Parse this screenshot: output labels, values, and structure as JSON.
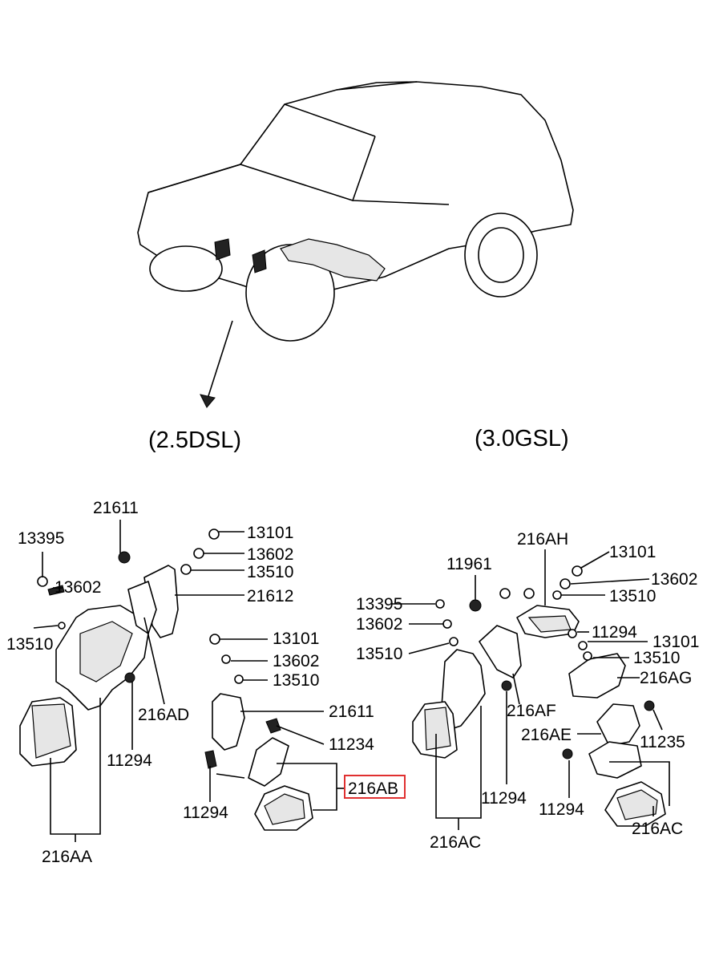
{
  "variants": {
    "diesel": "(2.5DSL)",
    "gasoline": "(3.0GSL)"
  },
  "highlight_color": "#e03030",
  "labels": {
    "l_21611_top": "21611",
    "l_13395_left": "13395",
    "l_13602_left": "13602",
    "l_13510_left": "13510",
    "l_13101_a": "13101",
    "l_13602_a": "13602",
    "l_13510_a": "13510",
    "l_21612": "21612",
    "l_216AD": "216AD",
    "l_11294_a": "11294",
    "l_216AA": "216AA",
    "l_13101_b": "13101",
    "l_13602_b": "13602",
    "l_13510_b": "13510",
    "l_21611_mid": "21611",
    "l_11234": "11234",
    "l_216AB": "216AB",
    "l_11294_b": "11294",
    "l_216AH": "216AH",
    "l_11961": "11961",
    "l_13101_c": "13101",
    "l_13602_c": "13602",
    "l_13510_c": "13510",
    "l_13395_r": "13395",
    "l_13602_r": "13602",
    "l_13510_r": "13510",
    "l_11294_c": "11294",
    "l_13101_d": "13101",
    "l_13510_d": "13510",
    "l_216AG": "216AG",
    "l_216AF": "216AF",
    "l_216AE": "216AE",
    "l_11235": "11235",
    "l_11294_d": "11294",
    "l_11294_e": "11294",
    "l_216AC_mid": "216AC",
    "l_216AC_right": "216AC"
  }
}
